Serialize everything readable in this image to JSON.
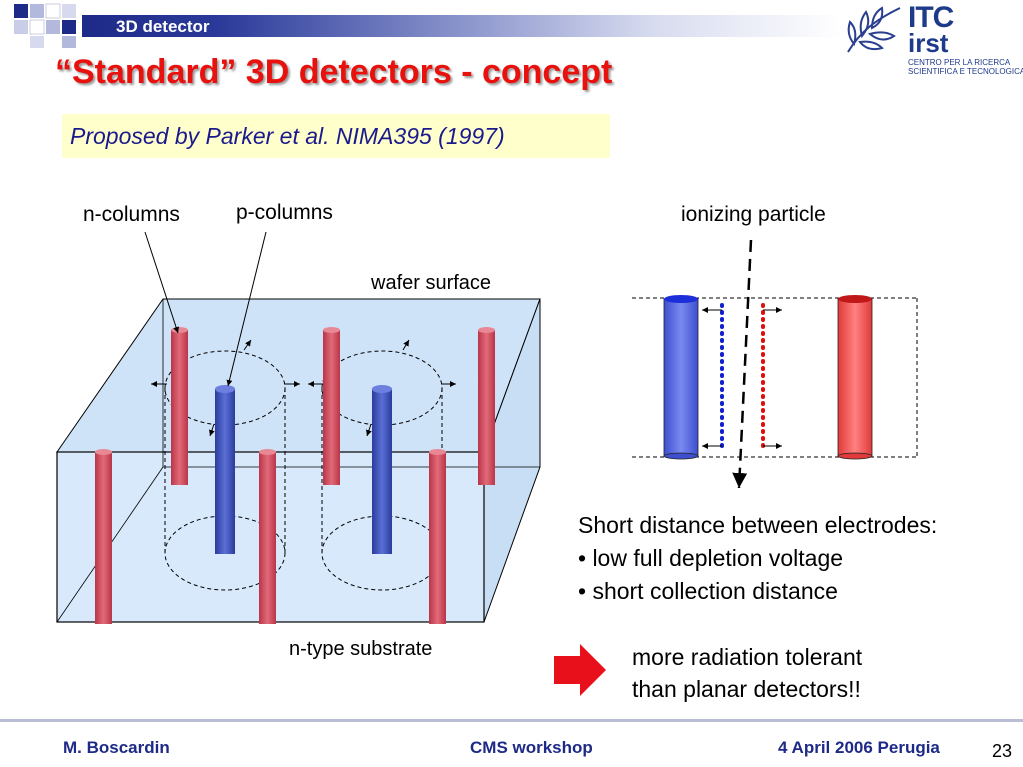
{
  "header": {
    "section_label": "3D detector"
  },
  "logo": {
    "line1": "ITC",
    "line2": "irst",
    "sub1": "CENTRO PER LA RICERCA",
    "sub2": "SCIENTIFICA E TECNOLOGICA"
  },
  "title": "“Standard” 3D detectors  -  concept",
  "citation": "Proposed by Parker et al. NIMA395 (1997)",
  "diagram_3d": {
    "n_columns_label": "n-columns",
    "p_columns_label": "p-columns",
    "wafer_surface_label": "wafer surface",
    "substrate_label": "n-type substrate"
  },
  "diagram_2d": {
    "particle_label": "ionizing particle"
  },
  "summary": {
    "heading": "Short distance between electrodes:",
    "bullets": [
      "• low full depletion voltage",
      "• short collection distance"
    ],
    "conclusion_line1": "more radiation tolerant",
    "conclusion_line2": "than planar detectors!!"
  },
  "footer": {
    "author": "M. Boscardin",
    "event": "CMS workshop",
    "date_place": "4 April 2006 Perugia",
    "page": "23"
  },
  "colors": {
    "title": "#e8110d",
    "n_column": "#d04a5a",
    "p_column": "#3a4fb5",
    "substrate": "#d7e9fb",
    "footer_text": "#1e2a88",
    "arrow": "#e8101a"
  }
}
